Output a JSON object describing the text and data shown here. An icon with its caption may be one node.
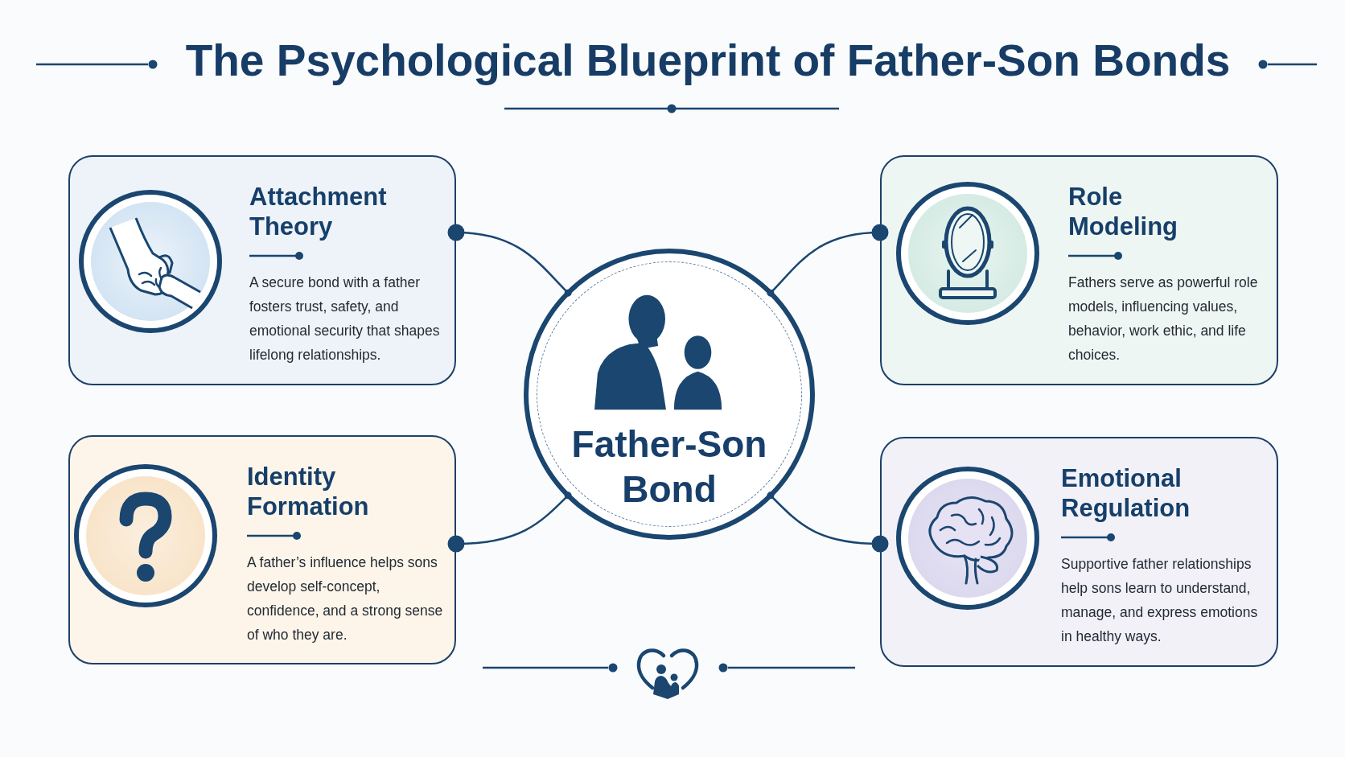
{
  "diagram": {
    "title": "The Psychological Blueprint of Father-Son Bonds",
    "nodes": [
      {
        "text": [
          "Attachment Theory",
          "A secure bond with a father fosters trust, safety, and emotional security that shapes lifelong relationships."
        ]
      },
      {
        "text": [
          "Role Modeling",
          "Fathers serve as powerful role models, influencing values, behavior, work ethic, and life choices."
        ]
      },
      {
        "text": [
          "Father-Son Bond"
        ]
      },
      {
        "text": [
          "Identity Formation",
          "A father’s influence helps sons develop self-concept, confidence, and a strong sense of who they are."
        ]
      },
      {
        "text": [
          "Emotional Regulation",
          "Supportive father relationships help sons learn to understand, manage, and express emotions in healthy ways."
        ]
      }
    ],
    "edges": [
      {
        "from": 2,
        "to": 0,
        "arrow": "other"
      },
      {
        "from": 2,
        "to": 1,
        "arrow": "other"
      },
      {
        "from": 2,
        "to": 3,
        "arrow": "other"
      },
      {
        "from": 2,
        "to": 4,
        "arrow": "other"
      }
    ]
  }
}
